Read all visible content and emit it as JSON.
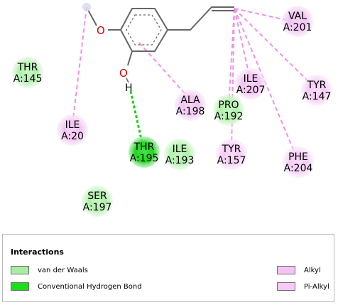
{
  "residues": [
    {
      "id": "VAL-201",
      "name": "VAL",
      "pos": "A:201",
      "type": "alkyl"
    },
    {
      "id": "THR-145",
      "name": "THR",
      "pos": "A:145",
      "type": "vdw"
    },
    {
      "id": "ILE-207",
      "name": "ILE",
      "pos": "A:207",
      "type": "alkyl"
    },
    {
      "id": "TYR-147",
      "name": "TYR",
      "pos": "A:147",
      "type": "pialkyl"
    },
    {
      "id": "ALA-198",
      "name": "ALA",
      "pos": "A:198",
      "type": "alkyl"
    },
    {
      "id": "PRO-192",
      "name": "PRO",
      "pos": "A:192",
      "type": "vdw"
    },
    {
      "id": "ILE-20",
      "name": "ILE",
      "pos": "A:20",
      "type": "alkyl"
    },
    {
      "id": "THR-195",
      "name": "THR",
      "pos": "A:195",
      "type": "hbond"
    },
    {
      "id": "ILE-193",
      "name": "ILE",
      "pos": "A:193",
      "type": "vdw"
    },
    {
      "id": "TYR-157",
      "name": "TYR",
      "pos": "A:157",
      "type": "pialkyl"
    },
    {
      "id": "PHE-204",
      "name": "PHE",
      "pos": "A:204",
      "type": "pialkyl"
    },
    {
      "id": "SER-197",
      "name": "SER",
      "pos": "A:197",
      "type": "vdw"
    }
  ],
  "ligand_atoms": {
    "oxygen_methoxy": "O",
    "oxygen_hydroxyl": "O",
    "hydrogen": "H"
  },
  "legend": {
    "title": "Interactions",
    "items": {
      "vdw": {
        "label": "van der Waals",
        "color": "#a8eea0"
      },
      "hbond": {
        "label": "Conventional Hydrogen Bond",
        "color": "#19e019"
      },
      "alkyl": {
        "label": "Alkyl",
        "color": "#f3c4f3"
      },
      "pialkyl": {
        "label": "Pi-Alkyl",
        "color": "#f8c8f8"
      }
    }
  },
  "colors": {
    "alkyl_line": "#f090e8",
    "hbond_line": "#20d020",
    "bond": "#666666",
    "oxygen": "#d00000"
  }
}
